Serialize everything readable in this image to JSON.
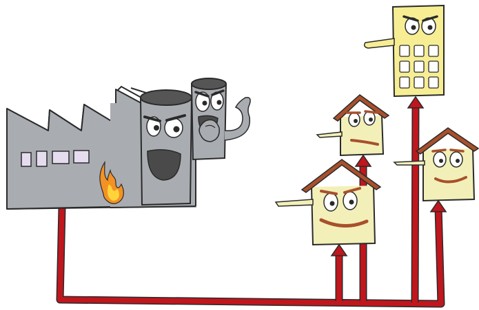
{
  "colors": {
    "factory": "#a9acb1",
    "outline": "#2a2a2a",
    "pipe": "#c0161d",
    "house": "#f2f0b8",
    "roof": "#a8502c",
    "tower": "#f7ee94",
    "window": "#e6dcef",
    "mouth": "#4a4a4a",
    "flame": "#f39224",
    "flame_inner": "#ffd43a"
  },
  "icons": [
    "factory",
    "chimney-face",
    "flexing-chimney",
    "flame",
    "heat-pipe",
    "house-face",
    "apartment-tower-face",
    "pointing-hand"
  ]
}
